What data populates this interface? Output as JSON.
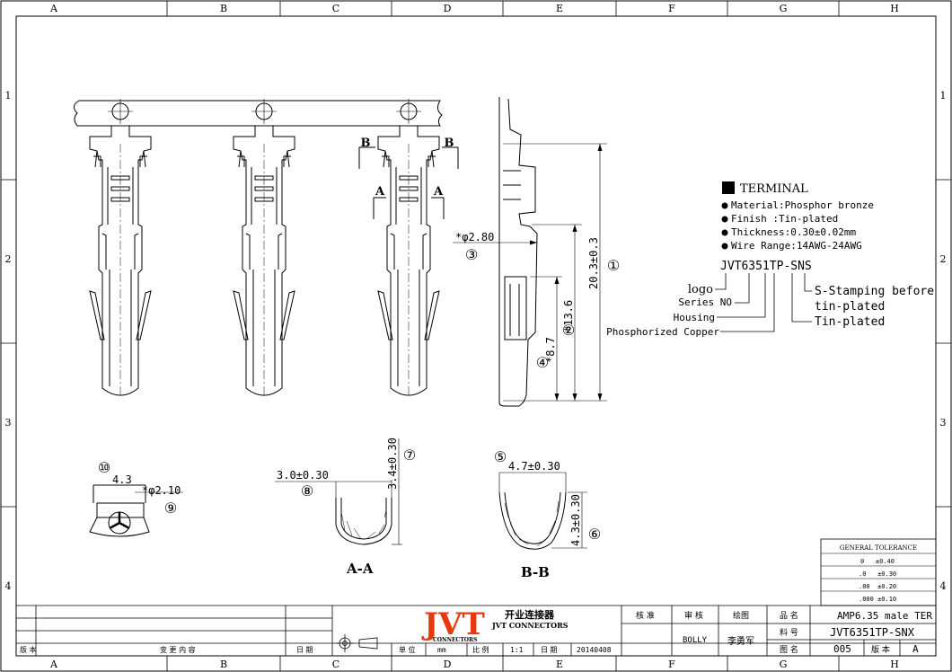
{
  "grid": {
    "cols": [
      "A",
      "B",
      "C",
      "D",
      "E",
      "F",
      "G",
      "H"
    ],
    "rows": [
      "1",
      "2",
      "3",
      "4"
    ]
  },
  "spec": {
    "title": "TERMINAL",
    "lines": [
      "Material:Phosphor bronze",
      "Finish :Tin-plated",
      "Thickness:0.30±0.02mm",
      "Wire Range:14AWG-24AWG"
    ]
  },
  "part_code": {
    "code": "JVT6351TP-SNS",
    "left_labels": [
      "logo",
      "Series NO",
      "Housing",
      "Phosphorized Copper"
    ],
    "right_labels": [
      "S-Stamping before",
      "tin-plated",
      "Tin-plated"
    ]
  },
  "dims": {
    "d1": "20.3±0.3",
    "d2": "*13.6",
    "d3": "*φ2.80",
    "d4": "*8.7",
    "d5": "4.7±0.30",
    "d6": "4.3±0.30",
    "d7": "3.4±0.30",
    "d8": "3.0±0.30",
    "d9": "*φ2.10",
    "d10": "4.3",
    "b": "B",
    "a": "A"
  },
  "balloons": [
    "①",
    "②",
    "③",
    "④",
    "⑤",
    "⑥",
    "⑦",
    "⑧",
    "⑨",
    "⑩"
  ],
  "sections": {
    "aa": "A-A",
    "bb": "B-B"
  },
  "tolerance": {
    "title": "GENERAL TOLERANCE",
    "rows": [
      "0   ±0.40",
      ".0   ±0.30",
      ".00  ±0.20",
      ".000 ±0.10"
    ]
  },
  "title_block": {
    "logo": "JVT",
    "cn_brand": "开业连接器",
    "en_brand": "JVT CONNECTORS",
    "small_brand": "CONNECTORS",
    "rev_label": "版 本",
    "change_label": "变 更 内 容",
    "date_label": "日 期",
    "unit_label": "单 位",
    "unit_value": "mm",
    "scale_label": "比 例",
    "scale_value": "1:1",
    "date2_label": "日 期",
    "date_value": "20140408",
    "check_label": "核 准",
    "review_label": "审 核",
    "draw_label": "绘图",
    "review_value": "BOLLY",
    "draw_value": "李勇军",
    "name_label": "品 名",
    "name_value": "AMP6.35 male TER",
    "pn_label": "料 号",
    "pn_value": "JVT6351TP-SNX",
    "dwg_label": "图 名",
    "dwg_value": "005",
    "ver_label": "版 本",
    "ver_value": "A"
  }
}
